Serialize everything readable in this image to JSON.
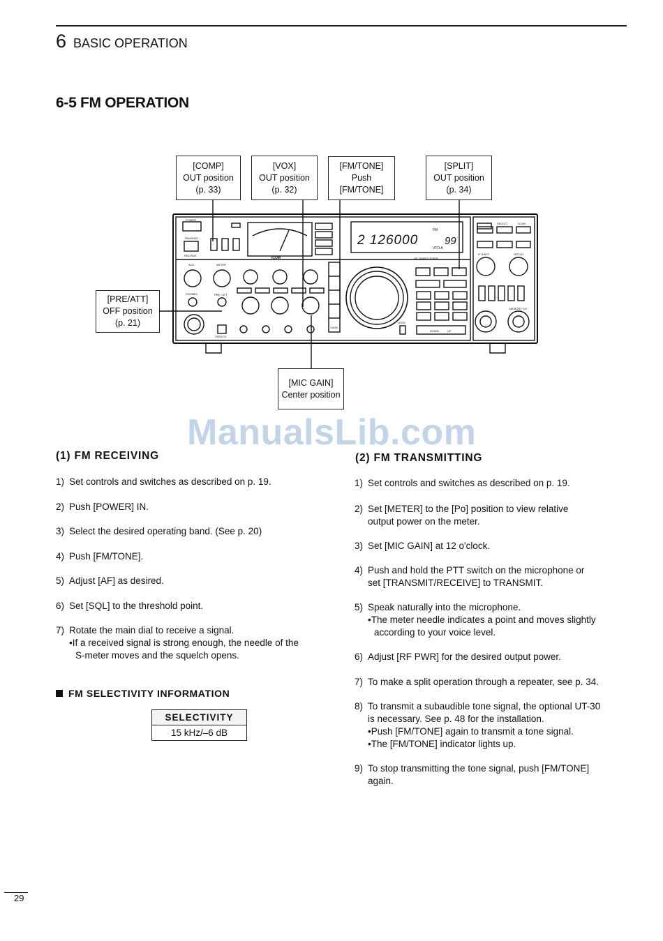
{
  "header": {
    "chapter_number": "6",
    "chapter_title": "BASIC OPERATION"
  },
  "section_title": "6-5 FM OPERATION",
  "diagram": {
    "callouts": {
      "comp": [
        "[COMP]",
        "OUT position",
        "(p. 33)"
      ],
      "vox": [
        "[VOX]",
        "OUT position",
        "(p. 32)"
      ],
      "fmtone": [
        "[FM/TONE]",
        "Push",
        "[FM/TONE]"
      ],
      "split": [
        "[SPLIT]",
        "OUT position",
        "(p. 34)"
      ],
      "preatt": [
        "[PRE/ATT]",
        "OFF position",
        "(p. 21)"
      ],
      "micgain": [
        "[MIC GAIN]",
        "Center position"
      ]
    },
    "display_frequency": "2 126000",
    "display_channel": "99",
    "brand_logo": "ICOM",
    "panel_labels": {
      "power": "POWER",
      "transmit": "TRANSMIT",
      "receive": "RECEIVE",
      "agc": "AGC",
      "meter": "METER",
      "phones": "PHONES",
      "pre_att": "PRE / ATT",
      "speech": "SPEECH",
      "fm": "FM",
      "vfo": "VFO A",
      "hf_transceiver": "HF TRANSCEIVER",
      "select": "SELECT",
      "scan": "SCAN",
      "if_shift": "IF SHIFT",
      "notch": "NOTCH",
      "data": "DATA",
      "lock": "LOCK",
      "down": "DOWN",
      "up": "UP",
      "memory_ch": "MEMORY CH"
    }
  },
  "watermark": "ManualsLib.com",
  "receiving": {
    "title": "(1) FM RECEIVING",
    "steps": [
      {
        "n": "1)",
        "lines": [
          "Set controls and switches as described on p. 19."
        ]
      },
      {
        "n": "2)",
        "lines": [
          "Push [POWER] IN."
        ]
      },
      {
        "n": "3)",
        "lines": [
          "Select the desired operating band.  (See p. 20)"
        ]
      },
      {
        "n": "4)",
        "lines": [
          "Push [FM/TONE]."
        ]
      },
      {
        "n": "5)",
        "lines": [
          "Adjust [AF] as desired."
        ]
      },
      {
        "n": "6)",
        "lines": [
          "Set [SQL] to the threshold point."
        ]
      },
      {
        "n": "7)",
        "lines": [
          "Rotate the main dial to receive a signal."
        ],
        "bullet": [
          "If a received signal is strong enough, the needle of the",
          "S-meter moves and the squelch opens."
        ]
      }
    ]
  },
  "selectivity": {
    "heading": "FM SELECTIVITY INFORMATION",
    "header_cell": "SELECTIVITY",
    "value_cell": "15 kHz/–6 dB"
  },
  "transmitting": {
    "title": "(2) FM TRANSMITTING",
    "steps": [
      {
        "n": "1)",
        "lines": [
          "Set controls and switches as described on p. 19."
        ]
      },
      {
        "n": "2)",
        "lines": [
          "Set  [METER]  to  the  [Po]  position  to  view  relative",
          "output power on the meter."
        ]
      },
      {
        "n": "3)",
        "lines": [
          "Set [MIC GAIN] at 12 o'clock."
        ]
      },
      {
        "n": "4)",
        "lines": [
          "Push and hold the PTT switch on the microphone or",
          "set [TRANSMIT/RECEIVE] to TRANSMIT."
        ]
      },
      {
        "n": "5)",
        "lines": [
          "Speak naturally into the microphone."
        ],
        "bullet": [
          "The meter needle indicates a point and moves slightly",
          "according to your voice level."
        ]
      },
      {
        "n": "6)",
        "lines": [
          "Adjust [RF PWR] for the desired output power."
        ]
      },
      {
        "n": "7)",
        "lines": [
          "To make a split operation through a repeater, see p. 34."
        ]
      },
      {
        "n": "8)",
        "lines": [
          "To transmit a subaudible tone signal, the optional UT-30",
          "is necessary.  See p. 48 for the installation."
        ],
        "bullets": [
          "Push [FM/TONE] again to transmit a tone signal.",
          "The [FM/TONE] indicator lights up."
        ]
      },
      {
        "n": "9)",
        "lines": [
          "To stop transmitting the tone signal, push [FM/TONE]",
          "again."
        ]
      }
    ]
  },
  "page_number": "29"
}
